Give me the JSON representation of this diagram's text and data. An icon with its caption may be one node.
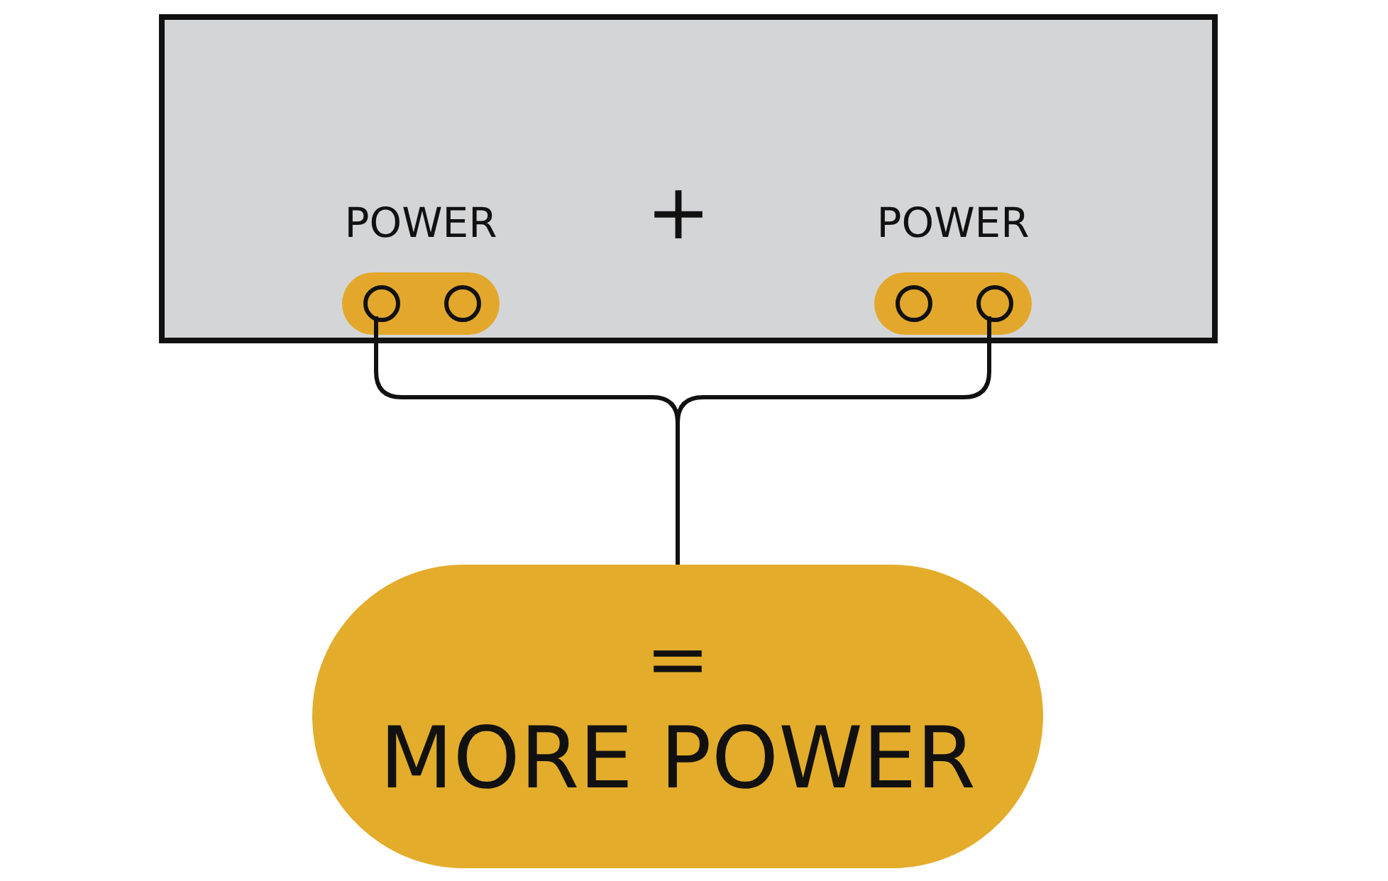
{
  "diagram": {
    "nodes": [
      {
        "text": [],
        "shape": "box"
      },
      {
        "text": [
          "POWER"
        ],
        "in": 0
      },
      {
        "text": [
          "POWER"
        ],
        "in": 0
      },
      {
        "text": [],
        "shape": "circle",
        "in": 1
      },
      {
        "text": [],
        "shape": "circle",
        "in": 1
      },
      {
        "text": [],
        "shape": "circle",
        "in": 2
      },
      {
        "text": [],
        "shape": "circle",
        "in": 2
      },
      {
        "text": [
          "=",
          "MORE POWER"
        ]
      }
    ],
    "edges": [
      {
        "from": 3,
        "to": 7,
        "arrow": "none"
      },
      {
        "from": 6,
        "to": 7,
        "arrow": "none"
      }
    ],
    "labels": [
      "+"
    ]
  }
}
